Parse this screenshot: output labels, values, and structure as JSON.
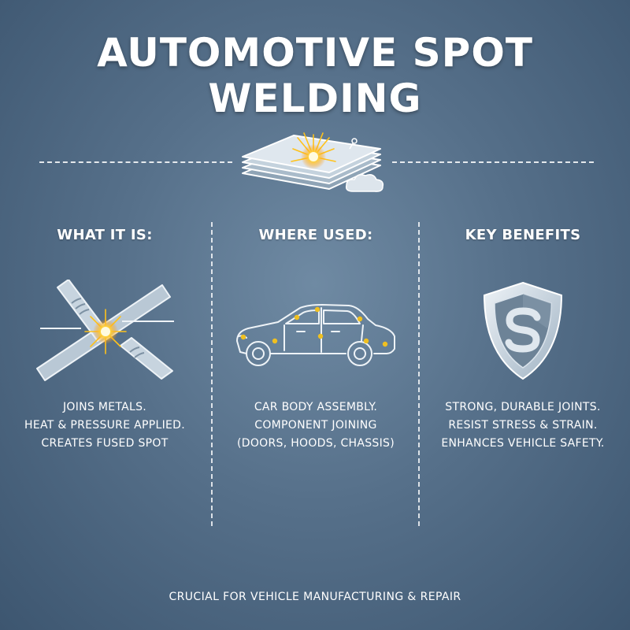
{
  "title_line1": "AUTOMOTIVE SPOT",
  "title_line2": "WELDING",
  "columns": [
    {
      "heading": "WHAT IT IS:",
      "icon": "crossed-electrodes-spark-icon",
      "lines": [
        "JOINS METALS.",
        "HEAT & PRESSURE APPLIED.",
        "CREATES FUSED SPOT"
      ]
    },
    {
      "heading": "WHERE USED:",
      "icon": "car-outline-icon",
      "lines": [
        "CAR BODY ASSEMBLY.",
        "COMPONENT JOINING",
        "(DOORS, HOODS, CHASSIS)"
      ]
    },
    {
      "heading": "KEY BENEFITS",
      "icon": "shield-s-icon",
      "lines": [
        "STRONG, DURABLE JOINTS.",
        "RESIST STRESS & STRAIN.",
        "ENHANCES VEHICLE SAFETY."
      ]
    }
  ],
  "hero_icon": "welded-metal-sheets-icon",
  "footer": "CRUCIAL FOR VEHICLE MANUFACTURING & REPAIR",
  "colors": {
    "background": "#56708a",
    "spark": "#ffc21a",
    "spark_core": "#fff6c8",
    "weld_point": "#f0c020"
  }
}
